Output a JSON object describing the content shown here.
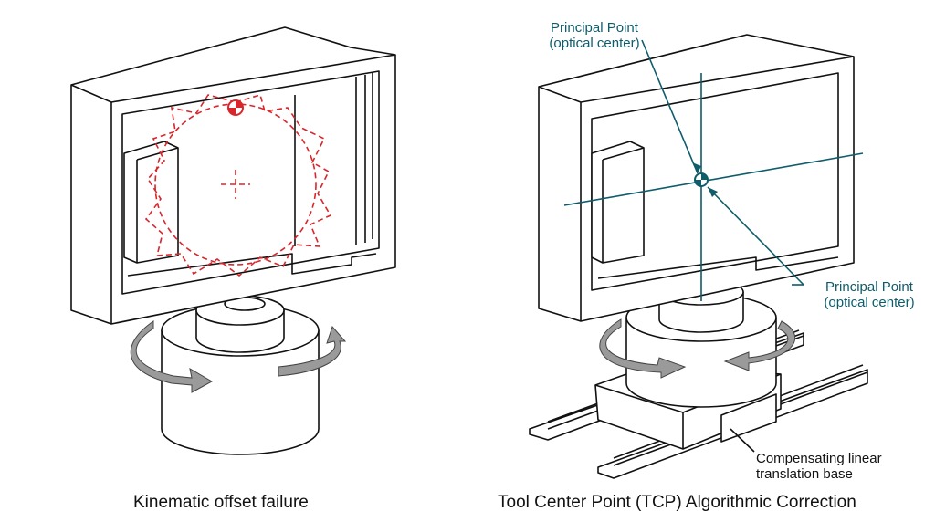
{
  "left_panel": {
    "caption": "Kinematic offset failure",
    "accent_color": "#d9262c"
  },
  "right_panel": {
    "caption": "Tool Center Point (TCP) Algorithmic Correction",
    "accent_color": "#0f5c6b",
    "annotations": {
      "principal_point_top": [
        "Principal Point",
        "(optical center)"
      ],
      "principal_point_right": [
        "Principal Point",
        "(optical center)"
      ],
      "base_label": [
        "Compensating linear",
        "translation base"
      ]
    }
  }
}
